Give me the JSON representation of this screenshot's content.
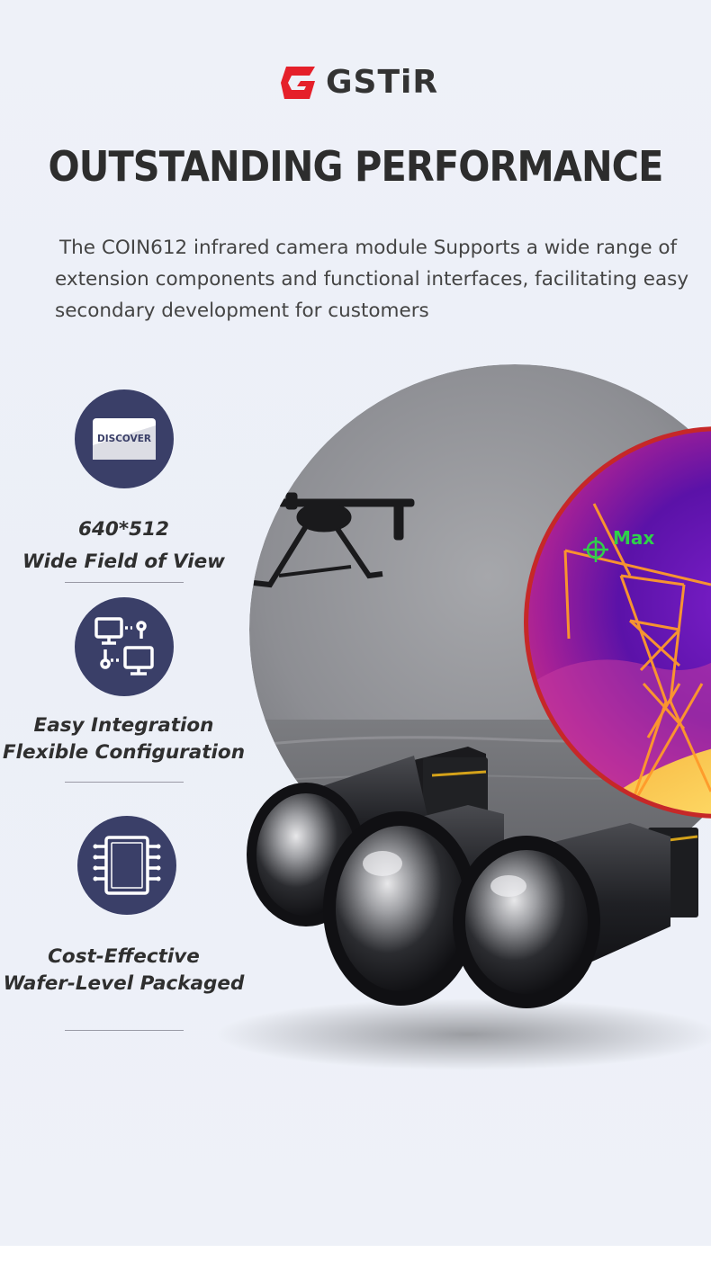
{
  "brand": {
    "name": "GSTiR",
    "accent": "#e5202a"
  },
  "headline": "OUTSTANDING PERFORMANCE",
  "description_lines": [
    "The COIN612 infrared camera module Supports a wide range of",
    "extension components and functional interfaces, facilitating easy",
    "secondary development for customers"
  ],
  "features": [
    {
      "icon": "card-icon",
      "card_text": "DISCOVER",
      "line1": "640*512",
      "line2": "Wide Field of View"
    },
    {
      "icon": "network-computers-icon",
      "line1": "Easy Integration",
      "line2": "Flexible Configuration"
    },
    {
      "icon": "chip-icon",
      "line1": "Cost-Effective",
      "line2": "Wafer-Level Packaged"
    }
  ],
  "thermal_label": "Max",
  "colors": {
    "icon_circle": "#3a3f68",
    "thermal_ring": "#d22a2a",
    "thermal_marker": "#2fd04a"
  }
}
